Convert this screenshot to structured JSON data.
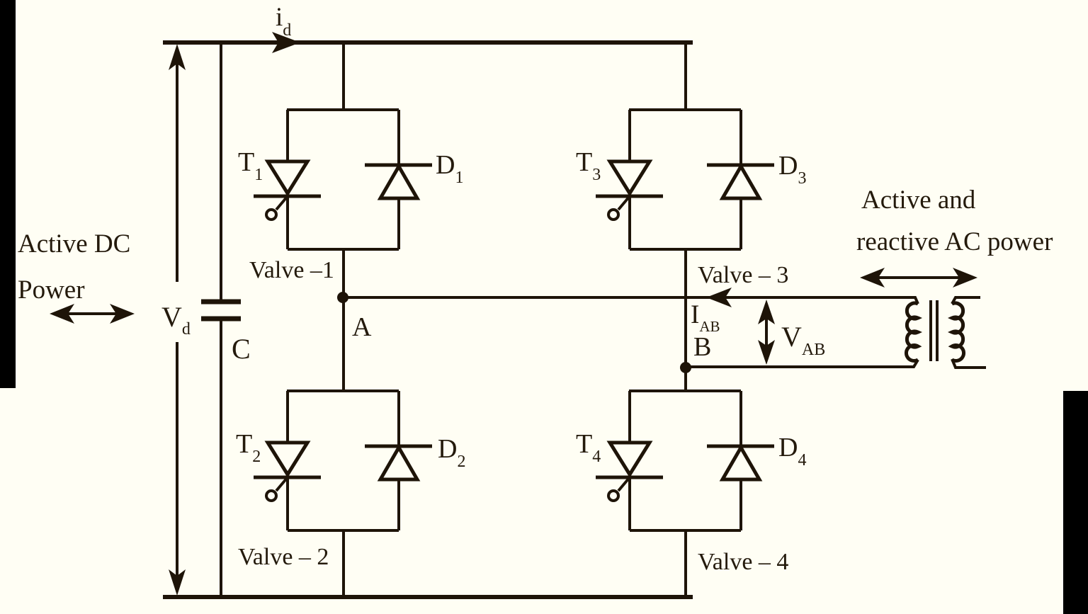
{
  "figure": {
    "type": "circuit-diagram",
    "description": "Single-phase full-bridge voltage source converter with four thyristor/antiparallel-diode valves, DC capacitor and AC transformer"
  },
  "colors": {
    "background": "#fffef4",
    "ink": "#1e1408",
    "scan_bar": "#000000"
  },
  "labels": {
    "dc_power_line1": "Active DC",
    "dc_power_line2": "Power",
    "ac_power_line1": "Active and",
    "ac_power_line2": "reactive AC power",
    "dc_voltage": {
      "main": "V",
      "sub": "d"
    },
    "dc_current": {
      "main": "i",
      "sub": "d"
    },
    "capacitor": "C",
    "node_a": "A",
    "node_b": "B",
    "ac_current": {
      "main": "I",
      "sub": "AB"
    },
    "ac_voltage": {
      "main": "V",
      "sub": "AB"
    },
    "valves": [
      {
        "name": "Valve –1",
        "thyristor": {
          "main": "T",
          "sub": "1"
        },
        "diode": {
          "main": "D",
          "sub": "1"
        }
      },
      {
        "name": "Valve – 2",
        "thyristor": {
          "main": "T",
          "sub": "2"
        },
        "diode": {
          "main": "D",
          "sub": "2"
        }
      },
      {
        "name": "Valve – 3",
        "thyristor": {
          "main": "T",
          "sub": "3"
        },
        "diode": {
          "main": "D",
          "sub": "3"
        }
      },
      {
        "name": "Valve – 4",
        "thyristor": {
          "main": "T",
          "sub": "4"
        },
        "diode": {
          "main": "D",
          "sub": "4"
        }
      }
    ]
  }
}
